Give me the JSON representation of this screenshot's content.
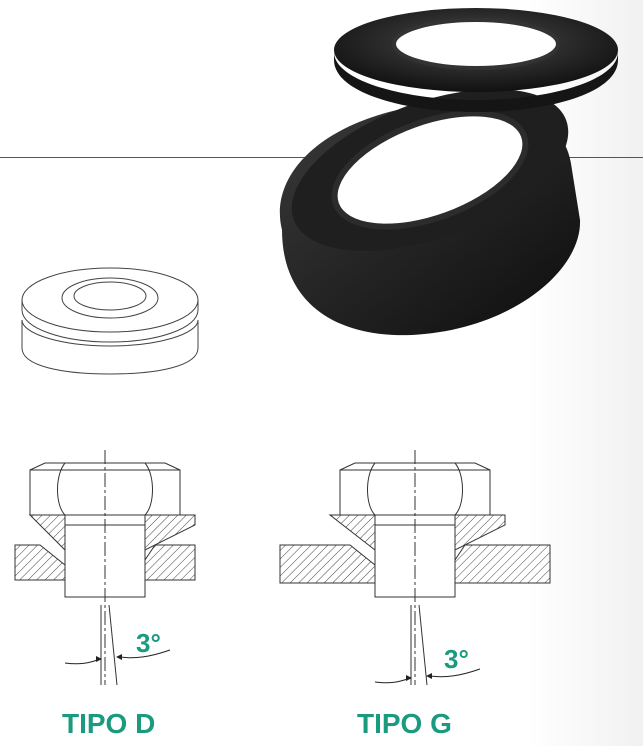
{
  "labels": {
    "type_d": "TIPO D",
    "type_g": "TIPO G",
    "angle_d": "3°",
    "angle_g": "3°"
  },
  "colors": {
    "accent": "#1a9a7f",
    "line": "#555555",
    "ring": "#1c1c1c"
  }
}
